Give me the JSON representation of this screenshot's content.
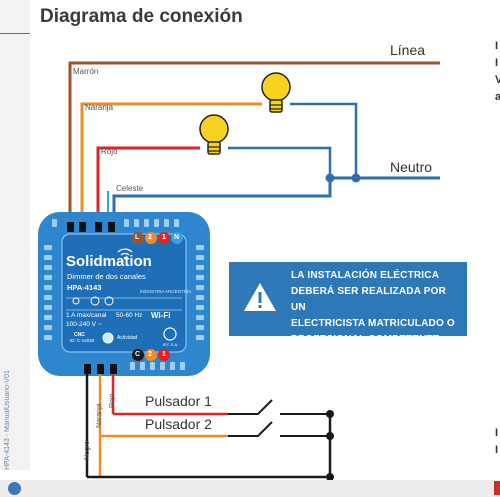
{
  "title": "Diagrama de conexión",
  "footer_doc": "HPA-4143 - ManualUsuario-V01",
  "right_edge_top": [
    "I",
    "I",
    "V",
    "a"
  ],
  "right_edge_bottom": [
    "I",
    "I"
  ],
  "wires": {
    "linea": "Línea",
    "neutro": "Neutro",
    "marron": "Marrón",
    "naranja": "Naranja",
    "rojo": "Rojo",
    "celeste": "Celeste",
    "negro": "Negro",
    "naranja_bottom": "Naranja",
    "rojo_bottom": "Rojo"
  },
  "pushbuttons": {
    "p1": "Pulsador 1",
    "p2": "Pulsador 2"
  },
  "device": {
    "brand": "Solidmation",
    "product": "Dimmer de dos canales",
    "model": "HPA-4143",
    "origin": "INDUSTRIA ARGENTINA",
    "spec_1": "1 A max/canal",
    "spec_2": "50-60 Hz",
    "spec_3": "100-240 V ~",
    "wifi": "Wi-Fi",
    "cnc_1": "CNC",
    "cnc_2": "ID: C-14040",
    "activity": "Actividad",
    "cert": "IEC S.A.",
    "top_terminals": [
      "L",
      "2",
      "1",
      "N"
    ],
    "bottom_terminals": [
      "C",
      "2",
      "1"
    ]
  },
  "warning": {
    "lines": [
      "LA INSTALACIÓN ELÉCTRICA",
      "DEBERÁ SER REALIZADA POR UN",
      "ELECTRICISTA MATRICULADO O",
      "PROFESIONAL COMPETENTE."
    ]
  },
  "colors": {
    "brown": "#a0522d",
    "orange": "#f08c28",
    "red": "#e02424",
    "blue": "#2e6fb0",
    "lightblue": "#3aa0e0",
    "bulb": "#f7d21e",
    "warning_bg": "#2f78b8",
    "black": "#1a1a1a"
  }
}
